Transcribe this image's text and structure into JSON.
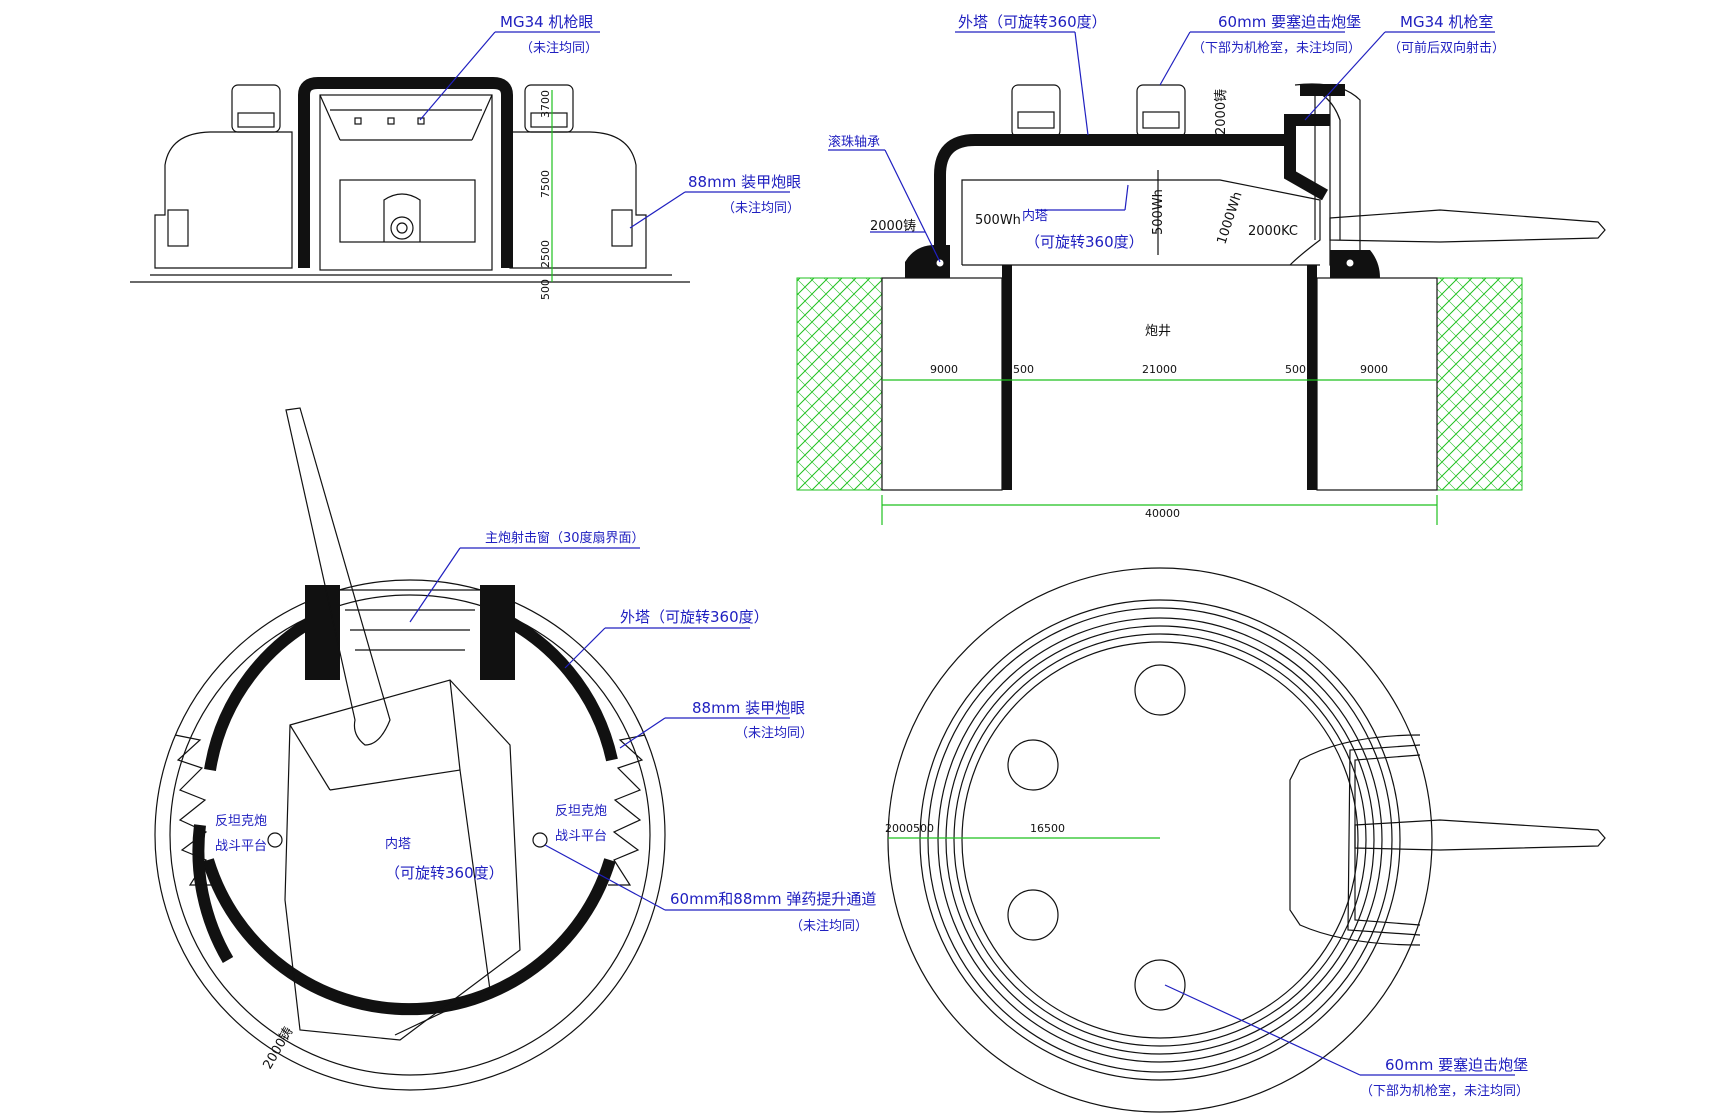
{
  "colors": {
    "label": "#2020c0",
    "ink": "#111111",
    "ground": "#1fc11f",
    "background": "#ffffff"
  },
  "elevation_front": {
    "mg34_port": {
      "line1": "MG34 机枪眼",
      "line2": "（未注均同）"
    },
    "gun88_port": {
      "line1": "88mm 装甲炮眼",
      "line2": "（未注均同）"
    },
    "dims": [
      "3700",
      "7500",
      "2500",
      "500"
    ]
  },
  "section": {
    "outer_turret": "外塔（可旋转360度）",
    "turret60": {
      "line1": "60mm 要塞迫击炮堡",
      "line2": "（下部为机枪室，未注均同）"
    },
    "mg34_room": {
      "line1": "MG34 机枪室",
      "line2": "（可前后双向射击）"
    },
    "roller_bearing": "滚珠轴承",
    "inner_turret": {
      "line1": "内塔",
      "line2": "（可旋转360度）"
    },
    "steel_2000_left": "2000铸",
    "steel_2000_top": "2000铸",
    "wh500_a": "500Wh",
    "wh500_b": "500Wh",
    "wh1000": "1000Wh",
    "kc2000": "2000KC",
    "gun_well": "炮井",
    "dims": [
      "9000",
      "500",
      "21000",
      "500",
      "9000"
    ],
    "total": "40000"
  },
  "plan_left": {
    "firing_window": "主炮射击窗（30度扇界面）",
    "outer_turret": "外塔（可旋转360度）",
    "gun88_port": {
      "line1": "88mm 装甲炮眼",
      "line2": "（未注均同）"
    },
    "at_platform_left": {
      "line1": "反坦克炮",
      "line2": "战斗平台"
    },
    "at_platform_right": {
      "line1": "反坦克炮",
      "line2": "战斗平台"
    },
    "inner_turret": {
      "line1": "内塔",
      "line2": "（可旋转360度）"
    },
    "ammo_lift": {
      "line1": "60mm和88mm 弹药提升通道",
      "line2": "（未注均同）"
    },
    "steel_2000": "2000铸"
  },
  "plan_right": {
    "dims": [
      "2000",
      "500",
      "16500"
    ],
    "turret60": {
      "line1": "60mm 要塞迫击炮堡",
      "line2": "（下部为机枪室，未注均同）"
    }
  }
}
